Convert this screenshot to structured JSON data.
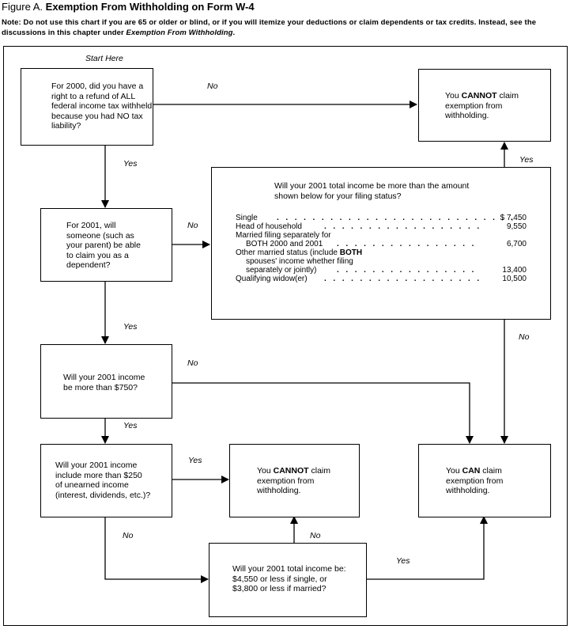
{
  "figure": {
    "prefix": "Figure A.",
    "title": "Exemption From Withholding on Form W-4"
  },
  "note": {
    "part1": "Note: Do not use this chart if you are 65 or older or blind, or if you will itemize your deductions or claim dependents or tax credits. Instead, see the discussions in this chapter under ",
    "emph": "Exemption From Withholding",
    "part2": "."
  },
  "start_label": "Start Here",
  "q1": [
    "For 2000, did you have a",
    "right to a refund of ALL",
    "federal income tax withheld",
    "because you had NO tax",
    "liability?"
  ],
  "q2": [
    "For 2001, will",
    "someone (such as",
    "your parent) be able",
    "to claim you as a",
    "dependent?"
  ],
  "q3": [
    "Will your 2001 income",
    "be more than $750?"
  ],
  "q4": [
    "Will your 2001 income",
    "include more than $250",
    "of unearned income",
    "(interest, dividends, etc.)?"
  ],
  "q5": [
    "Will your 2001 total income be:",
    "$4,550 or less if single, or",
    "$3,800 or less if married?"
  ],
  "result_cannot_top": {
    "l1a": "You ",
    "l1b": "CANNOT",
    "l1c": " claim",
    "l2": "exemption  from",
    "l3": "withholding."
  },
  "result_cannot_mid": {
    "l1a": "You ",
    "l1b": "CANNOT",
    "l1c": " claim",
    "l2": "exemption  from",
    "l3": "withholding."
  },
  "result_can": {
    "l1a": "You ",
    "l1b": "CAN",
    "l1c": " claim",
    "l2": "exemption  from",
    "l3": "withholding."
  },
  "income_question": [
    "Will your 2001 total income be more than the amount",
    "shown below for your filing status?"
  ],
  "income_table": {
    "single": "Single",
    "single_amt": "$ 7,450",
    "hoh": "Head of household",
    "hoh_amt": "9,550",
    "mfs1": "Married filing separately for",
    "mfs2": "BOTH 2000 and 2001",
    "mfs_amt": "6,700",
    "omc1a": "Other married status (include ",
    "omc1b": "BOTH",
    "omc2": "spouses' income whether filing",
    "omc3": "separately or jointly)",
    "omc_amt": "13,400",
    "qw": "Qualifying widow(er)",
    "qw_amt": "10,500"
  },
  "labels": {
    "yes": "Yes",
    "no": "No"
  }
}
